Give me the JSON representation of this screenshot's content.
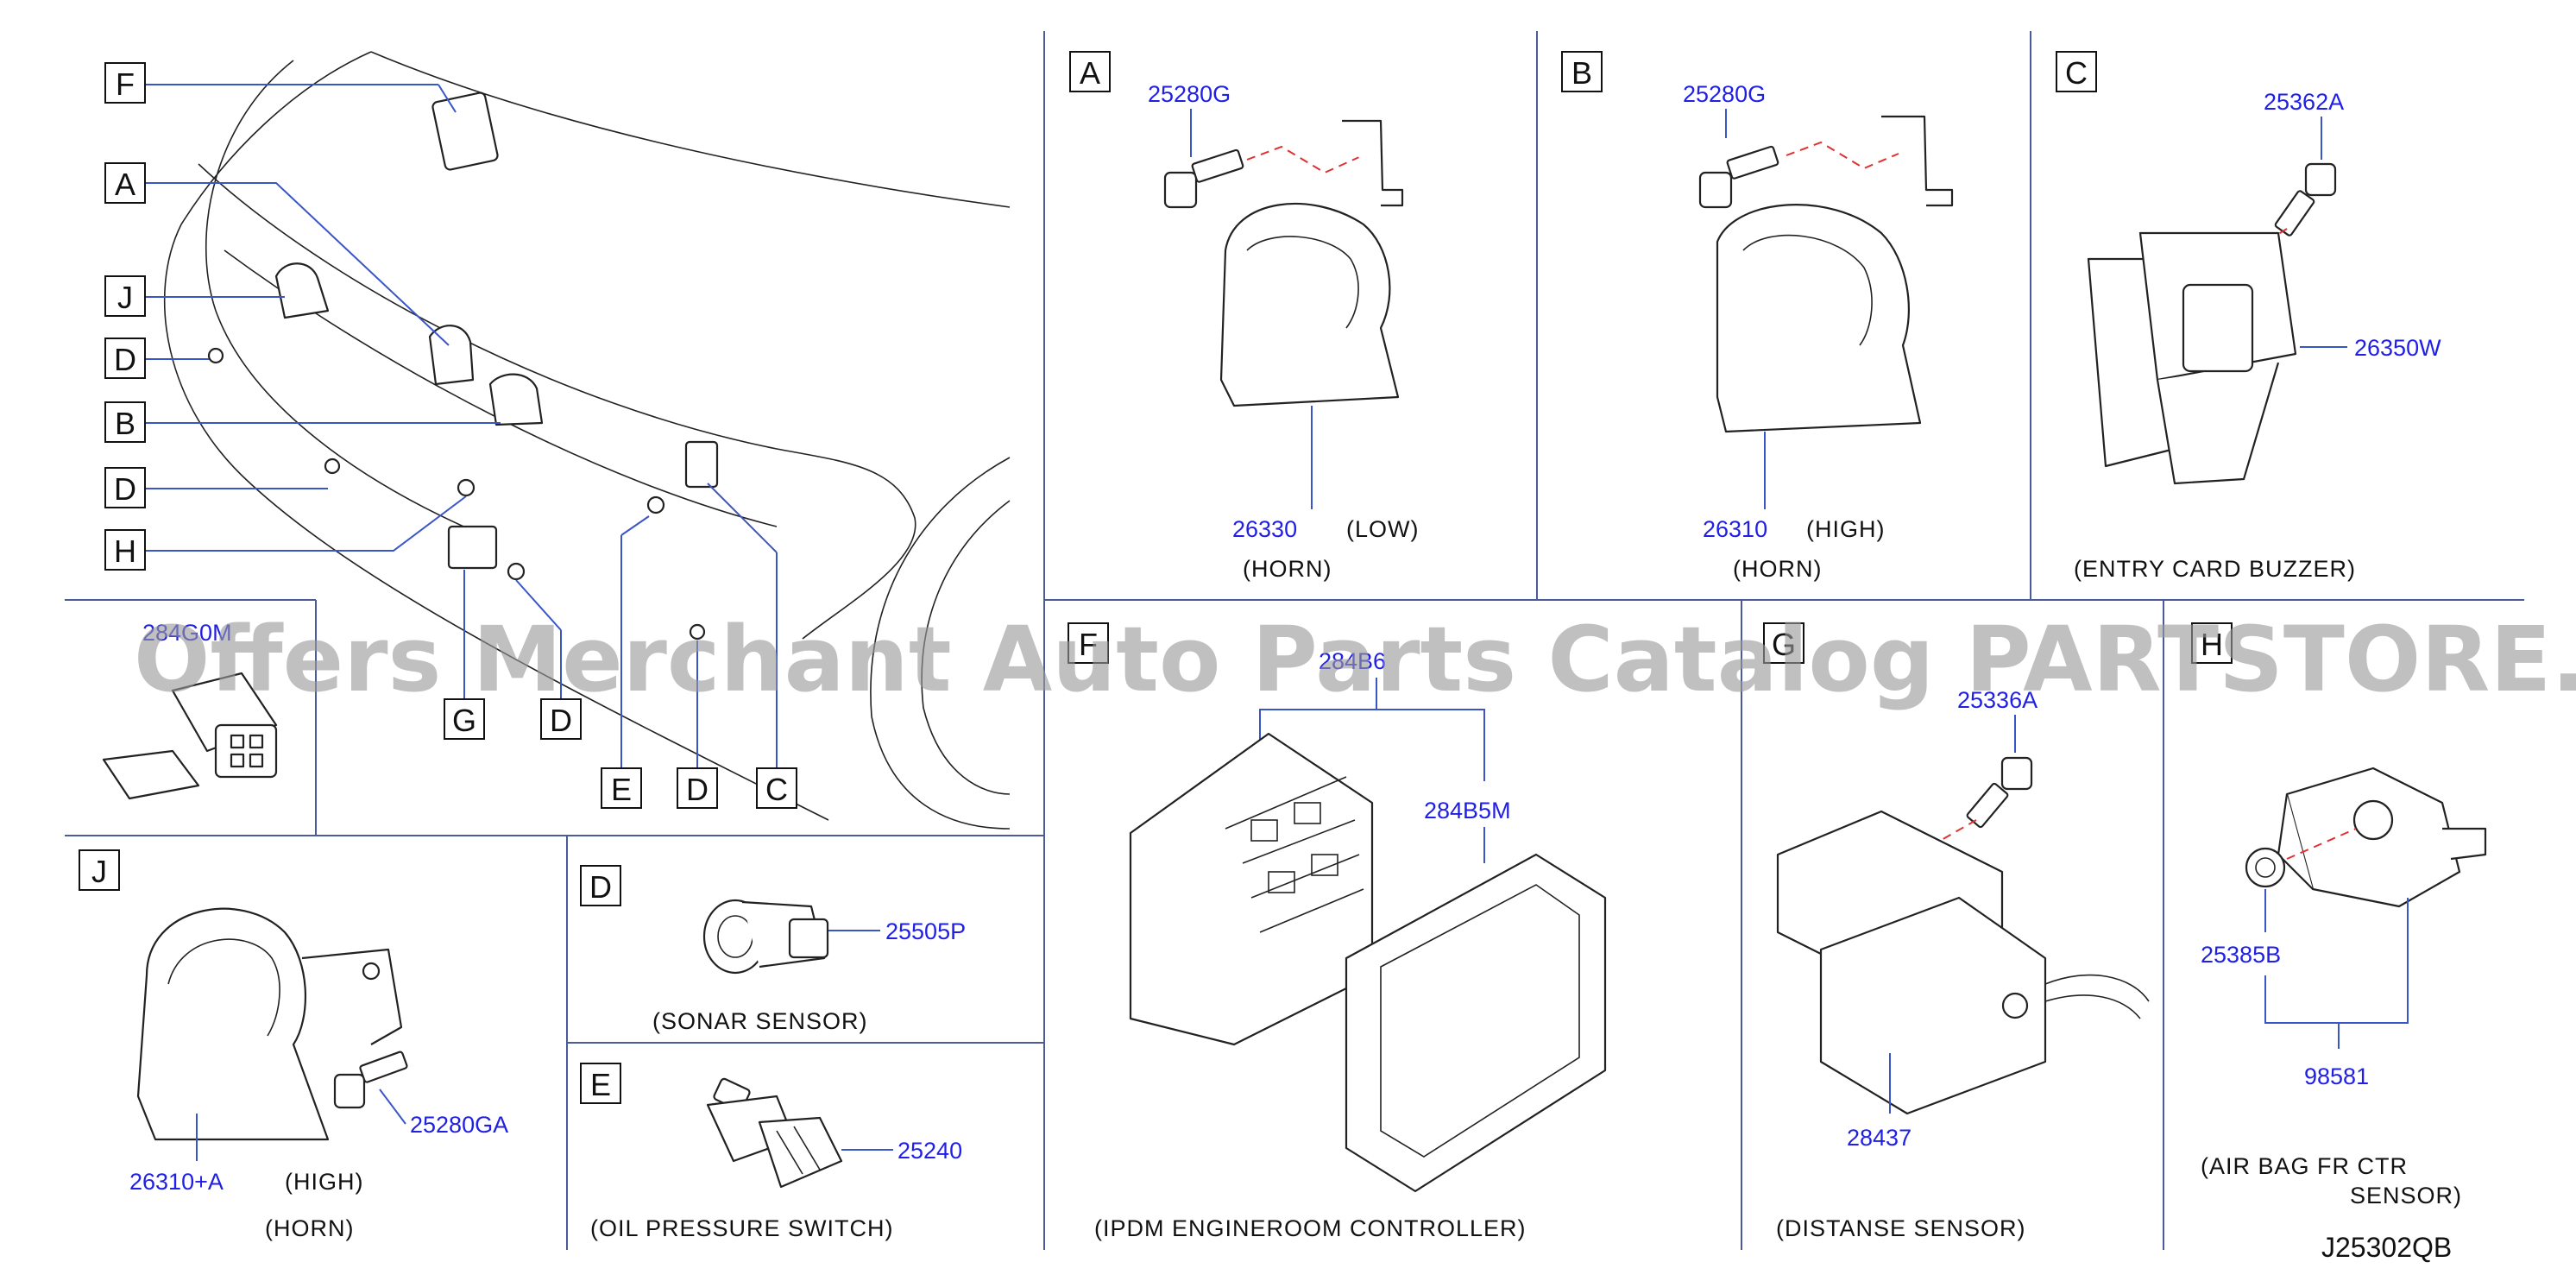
{
  "overview": {
    "callouts": {
      "F": "F",
      "A": "A",
      "J": "J",
      "D1": "D",
      "B": "B",
      "D2": "D",
      "H": "H",
      "G": "G",
      "D3": "D",
      "E": "E",
      "D4": "D",
      "C": "C"
    }
  },
  "panels": {
    "A": {
      "letter": "A",
      "bolt": "25280G",
      "part": "26330",
      "note": "(LOW)",
      "caption": "(HORN)"
    },
    "B": {
      "letter": "B",
      "bolt": "25280G",
      "part": "26310",
      "note": "(HIGH)",
      "caption": "(HORN)"
    },
    "C": {
      "letter": "C",
      "bolt": "25362A",
      "part": "26350W",
      "caption": "(ENTRY    CARD    BUZZER)"
    },
    "G_small": {
      "part": "284G0M"
    },
    "F": {
      "letter": "F",
      "part1": "284B6",
      "part2": "284B5M",
      "caption": "(IPDM    ENGINEROOM    CONTROLLER)"
    },
    "G": {
      "letter": "G",
      "bolt": "25336A",
      "part": "28437",
      "caption": "(DISTANSE    SENSOR)"
    },
    "H": {
      "letter": "H",
      "nut": "25385B",
      "part": "98581",
      "caption_line1": "(AIR    BAG    FR    CTR",
      "caption_line2": "SENSOR)"
    },
    "J": {
      "letter": "J",
      "bolt": "25280GA",
      "part": "26310+A",
      "note": "(HIGH)",
      "caption": "(HORN)"
    },
    "D": {
      "letter": "D",
      "part": "25505P",
      "caption": "(SONAR    SENSOR)"
    },
    "E": {
      "letter": "E",
      "part": "25240",
      "caption": "(OIL    PRESSURE    SWITCH)"
    }
  },
  "diagram_code": "J25302QB",
  "watermark": "Offers Merchant Auto Parts Catalog PARTSTORE.SA",
  "colors": {
    "part_number": "#1f1fe6",
    "leader": "#3a55c8",
    "dashed_axis": "#e03030",
    "frame": "#4a5a9a"
  }
}
